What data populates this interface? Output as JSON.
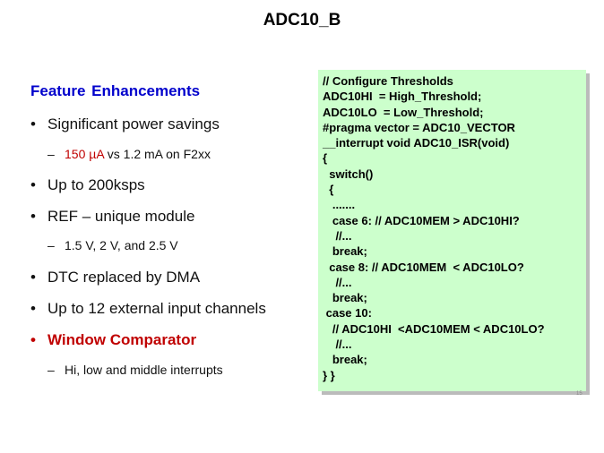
{
  "title": "ADC10_B",
  "heading": "Feature Enhancements",
  "bullets": [
    {
      "text": "Significant power savings"
    },
    {
      "sub_red": "150 µA",
      "sub_rest": " vs 1.2 mA  on F2xx"
    },
    {
      "text": "Up to 200ksps"
    },
    {
      "text": "REF – unique module"
    },
    {
      "sub": "1.5 V, 2 V, and 2.5 V"
    },
    {
      "text": "DTC replaced by DMA"
    },
    {
      "text": "Up to 12 external input channels"
    },
    {
      "text": "Window Comparator"
    },
    {
      "sub": "Hi, low and middle interrupts"
    }
  ],
  "code": "// Configure Thresholds\nADC10HI  = High_Threshold;\nADC10LO  = Low_Threshold;\n#pragma vector = ADC10_VECTOR\n__interrupt void ADC10_ISR(void)\n{\n  switch()\n  {\n   .......\n   case 6: // ADC10MEM > ADC10HI?\n    //...\n   break;\n  case 8: // ADC10MEM  < ADC10LO?\n    //...\n   break;\n case 10:\n   // ADC10HI  <ADC10MEM < ADC10LO?\n    //...\n   break;\n} }",
  "page_number": "15",
  "colors": {
    "heading": "#0000cc",
    "highlight": "#c00000",
    "code_bg": "#ccffcc"
  }
}
